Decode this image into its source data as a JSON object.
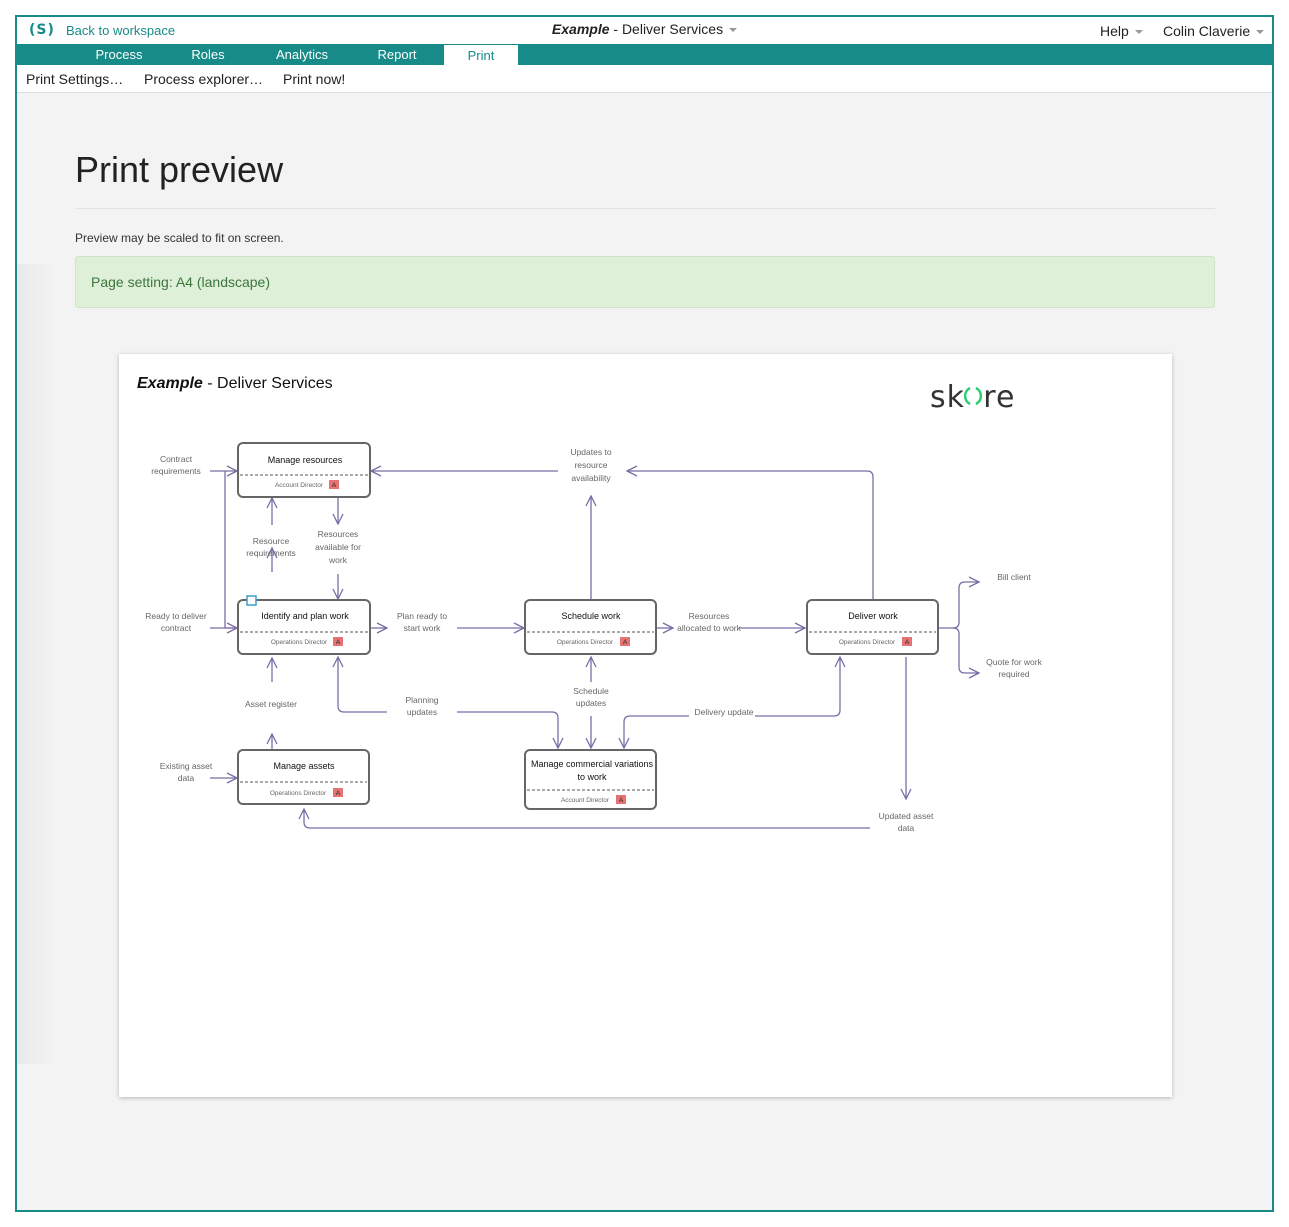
{
  "topbar": {
    "logo": "(S)",
    "back_link": "Back to workspace",
    "title_italic": "Example",
    "title_rest": " - Deliver Services",
    "help": "Help",
    "user": "Colin Claverie"
  },
  "nav": {
    "tabs": [
      {
        "label": "Process"
      },
      {
        "label": "Roles"
      },
      {
        "label": "Analytics"
      },
      {
        "label": "Report"
      },
      {
        "label": "Print",
        "active": true
      }
    ]
  },
  "toolbar": {
    "print_settings": "Print Settings…",
    "process_explorer": "Process explorer…",
    "print_now": "Print now!"
  },
  "main": {
    "heading": "Print preview",
    "note": "Preview may be scaled to fit on screen.",
    "alert": "Page setting: A4 (landscape)"
  },
  "preview": {
    "title_italic": "Example",
    "title_rest": " - Deliver Services",
    "brand": "skore",
    "badge": "A",
    "boxes": {
      "manage_resources": {
        "title": "Manage resources",
        "role": "Account Director"
      },
      "identify_plan": {
        "title": "Identify and plan work",
        "role": "Operations Director"
      },
      "schedule_work": {
        "title": "Schedule work",
        "role": "Operations Director"
      },
      "deliver_work": {
        "title": "Deliver work",
        "role": "Operations Director"
      },
      "manage_assets": {
        "title": "Manage assets",
        "role": "Operations Director"
      },
      "manage_variations": {
        "title_1": "Manage commercial variations",
        "title_2": "to work",
        "role": "Account Director"
      }
    },
    "labels": {
      "contract_requirements": [
        "Contract",
        "requirements"
      ],
      "ready_to_deliver": [
        "Ready to deliver",
        "contract"
      ],
      "resource_requirements": [
        "Resource",
        "requirements"
      ],
      "resources_available": [
        "Resources",
        "available for",
        "work"
      ],
      "updates_resource": [
        "Updates to",
        "resource",
        "availability"
      ],
      "plan_ready": [
        "Plan ready to",
        "start work"
      ],
      "resources_allocated": [
        "Resources",
        "allocated to work"
      ],
      "bill_client": [
        "Bill client"
      ],
      "quote_required": [
        "Quote for work",
        "required"
      ],
      "asset_register": [
        "Asset register"
      ],
      "planning_updates": [
        "Planning",
        "updates"
      ],
      "schedule_updates": [
        "Schedule",
        "updates"
      ],
      "delivery_update": [
        "Delivery update"
      ],
      "existing_asset": [
        "Existing asset",
        "data"
      ],
      "updated_asset": [
        "Updated asset",
        "data"
      ]
    }
  },
  "colors": {
    "brand": "#178b87",
    "arrow": "#7b6da6",
    "badge": "#e57373",
    "alert_bg": "#def0d8",
    "alert_text": "#3c763d"
  }
}
